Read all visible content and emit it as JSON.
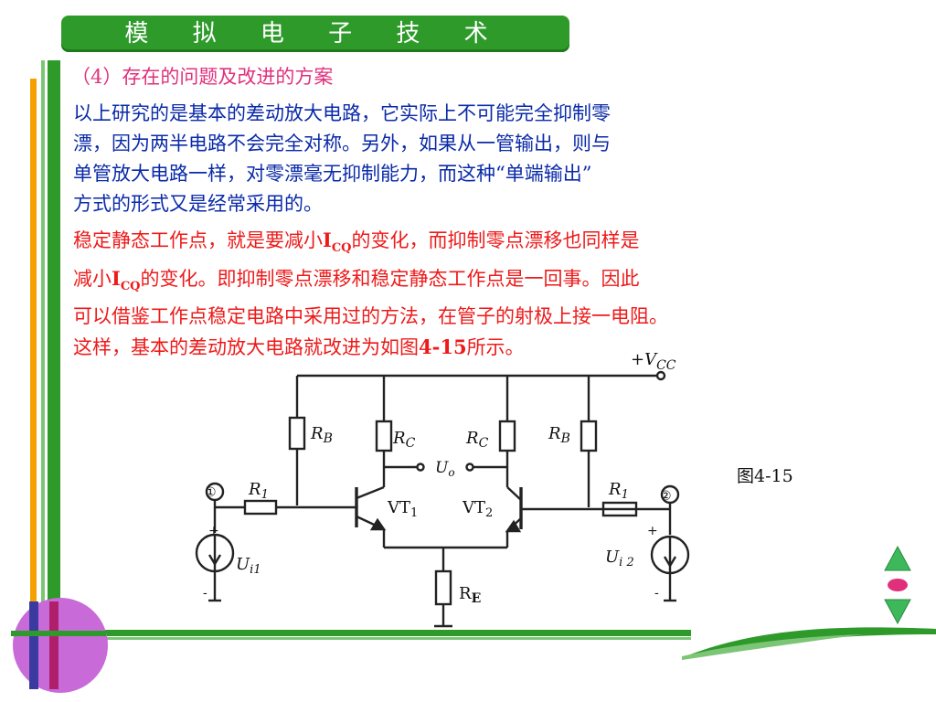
{
  "header": {
    "title": "模 拟 电 子 技 术"
  },
  "section": {
    "heading": "（4）存在的问题及改进的方案"
  },
  "paragraph_blue": {
    "lines": [
      "以上研究的是基本的差动放大电路，它实际上不可能完全抑制零",
      "漂，因为两半电路不会完全对称。另外，如果从一管输出，则与",
      "单管放大电路一样，对零漂毫无抑制能力，而这种“单端输出”",
      "方式的形式又是经常采用的。"
    ]
  },
  "paragraph_red": {
    "l1a": "稳定静态工作点，就是要减小",
    "l1i": "I",
    "l1sub": "CQ",
    "l1b": "的变化，而抑制零点漂移也同样是",
    "l2a": "减小",
    "l2i": "I",
    "l2sub": "CQ",
    "l2b": "的变化。即抑制零点漂移和稳定静态工作点是一回事。因此",
    "l3": "可以借鉴工作点稳定电路中采用过的方法，在管子的射极上接一电阻。",
    "l4a": "这样，基本的差动放大电路就改进为如图",
    "l4b": "4-15",
    "l4c": "所示。"
  },
  "figure": {
    "caption": "图4-15",
    "labels": {
      "vcc_plus": "+V",
      "vcc_sub": "CC",
      "rb_left": "R",
      "rb_left_sub": "B",
      "rc_left": "R",
      "rc_left_sub": "C",
      "rc_right": "R",
      "rc_right_sub": "C",
      "rb_right": "R",
      "rb_right_sub": "B",
      "r1_left": "R",
      "r1_left_sub": "1",
      "r1_right": "R",
      "r1_right_sub": "1",
      "node1": "①",
      "node2": "②",
      "uo": "U",
      "uo_sub": "o",
      "vt1": "VT",
      "vt1_sub": "1",
      "vt2": "VT",
      "vt2_sub": "2",
      "re": "R",
      "re_sub": "E",
      "ui1": "U",
      "ui1_sub": "i1",
      "ui2": "U",
      "ui2_sub": "i 2",
      "plus_left": "+",
      "minus_left": "-",
      "plus_right": "+",
      "minus_right": "-"
    }
  },
  "colors": {
    "header_green": "#2e9a2a",
    "heading_pink": "#e0307c",
    "text_blue": "#0a2aa8",
    "text_red": "#ee1a1a",
    "frame_orange": "#f5a000",
    "nav_green": "#3db85a",
    "nav_pink": "#e0307c",
    "deco_purple": "#b040c0"
  },
  "nav": {
    "up_icon": "triangle-up-icon",
    "dot_icon": "dot-icon",
    "down_icon": "triangle-down-icon"
  }
}
